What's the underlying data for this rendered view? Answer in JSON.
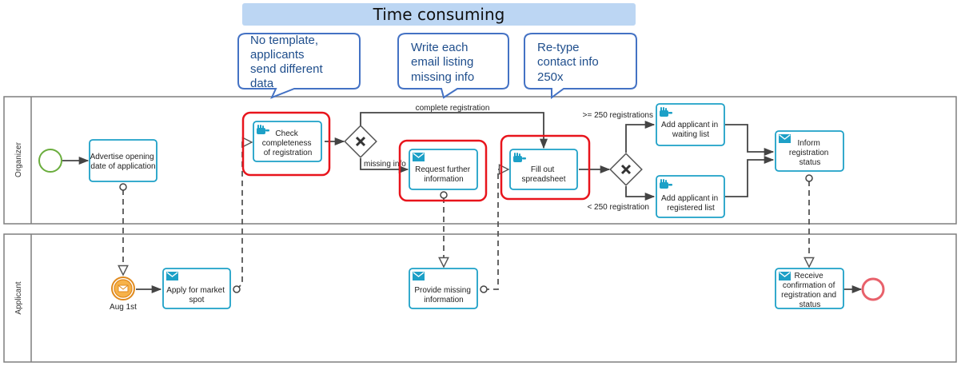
{
  "banner": {
    "text": "Time consuming"
  },
  "callouts": [
    {
      "lines": [
        "No template,",
        "applicants",
        "send different",
        "data"
      ]
    },
    {
      "lines": [
        "Write each",
        "email listing",
        "missing info"
      ]
    },
    {
      "lines": [
        "Re-type",
        "contact info",
        "250x"
      ]
    }
  ],
  "lanes": {
    "organizer": "Organizer",
    "applicant": "Applicant"
  },
  "tasks": {
    "advertise": {
      "lines": [
        "Advertise opening",
        "date of application"
      ]
    },
    "check": {
      "lines": [
        "Check",
        "completeness",
        "of registration"
      ],
      "icon": "hand-icon"
    },
    "request": {
      "lines": [
        "Request further",
        "information"
      ],
      "icon": "envelope-icon"
    },
    "fill": {
      "lines": [
        "Fill out",
        "spreadsheet"
      ],
      "icon": "hand-icon"
    },
    "waiting": {
      "lines": [
        "Add applicant in",
        "waiting list"
      ],
      "icon": "hand-icon"
    },
    "registered": {
      "lines": [
        "Add applicant in",
        "registered list"
      ],
      "icon": "hand-icon"
    },
    "inform": {
      "lines": [
        "Inform",
        "registration",
        "status"
      ],
      "icon": "envelope-icon"
    },
    "apply": {
      "lines": [
        "Apply for market",
        "spot"
      ],
      "icon": "envelope-icon"
    },
    "provide": {
      "lines": [
        "Provide missing",
        "information"
      ],
      "icon": "envelope-icon"
    },
    "receive": {
      "lines": [
        "Receive",
        "confirmation of",
        "registration and",
        "status"
      ],
      "icon": "envelope-icon"
    }
  },
  "events": {
    "timer_label": "Aug 1st"
  },
  "flow_labels": {
    "complete": "complete registration",
    "missing": "missing info",
    "ge250": ">= 250 registrations",
    "lt250": "< 250 registration"
  },
  "colors": {
    "task_border": "#1da0c7",
    "highlight": "#e8141c",
    "callout_border": "#4472c4",
    "callout_text": "#1f4e8c",
    "banner_bg": "#bcd6f3",
    "start_event": "#6aad3d",
    "end_event": "#e8616b",
    "timer_event": "#e08a1e"
  }
}
